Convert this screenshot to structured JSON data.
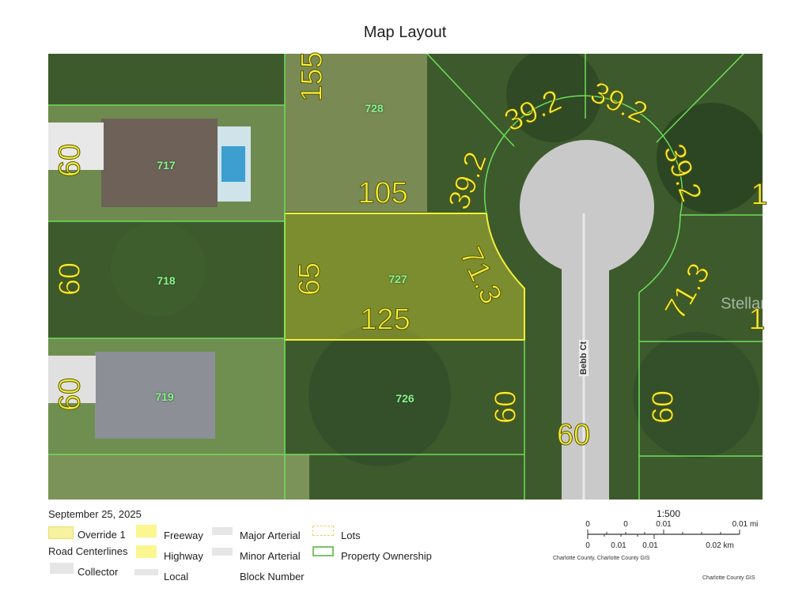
{
  "title": "Map Layout",
  "map": {
    "lot_numbers": [
      "728",
      "717",
      "718",
      "727",
      "719",
      "726"
    ],
    "dimensions": {
      "d155": "155",
      "d60_717": "60",
      "d105": "105",
      "d39a": "39.2",
      "d39b": "39.2",
      "d39c": "39.2",
      "d39d": "39.2",
      "d1a": "1",
      "d60_718": "60",
      "d65": "65",
      "d71a": "71.3",
      "d125": "125",
      "d71b": "71.3",
      "d1b": "1",
      "d60_719": "60",
      "d60_726": "60",
      "d60_road": "60",
      "d60_right": "60"
    },
    "road_name": "Bebb Ct",
    "watermark": "StellarMLS",
    "colors": {
      "parcel_highlight": "#f4ef3a",
      "property_lines": "#6fdc5a",
      "road": "#cfcfcf"
    }
  },
  "legend": {
    "date": "September 25, 2025",
    "items": {
      "override": "Override 1",
      "road_centerlines": "Road Centerlines",
      "collector": "Collector",
      "freeway": "Freeway",
      "highway": "Highway",
      "local": "Local",
      "major_arterial": "Major Arterial",
      "minor_arterial": "Minor Arterial",
      "block_number": "Block Number",
      "lots": "Lots",
      "property_ownership": "Property Ownership"
    }
  },
  "scale": {
    "ratio": "1:500",
    "mi_labels": [
      "0",
      "0",
      "0.01",
      "0.01 mi"
    ],
    "km_labels": [
      "0",
      "0.01",
      "0.01",
      "0.02 km"
    ],
    "credit1": "Charlotte County, Charlotte County GIS",
    "credit2": "Charlotte County GIS"
  }
}
